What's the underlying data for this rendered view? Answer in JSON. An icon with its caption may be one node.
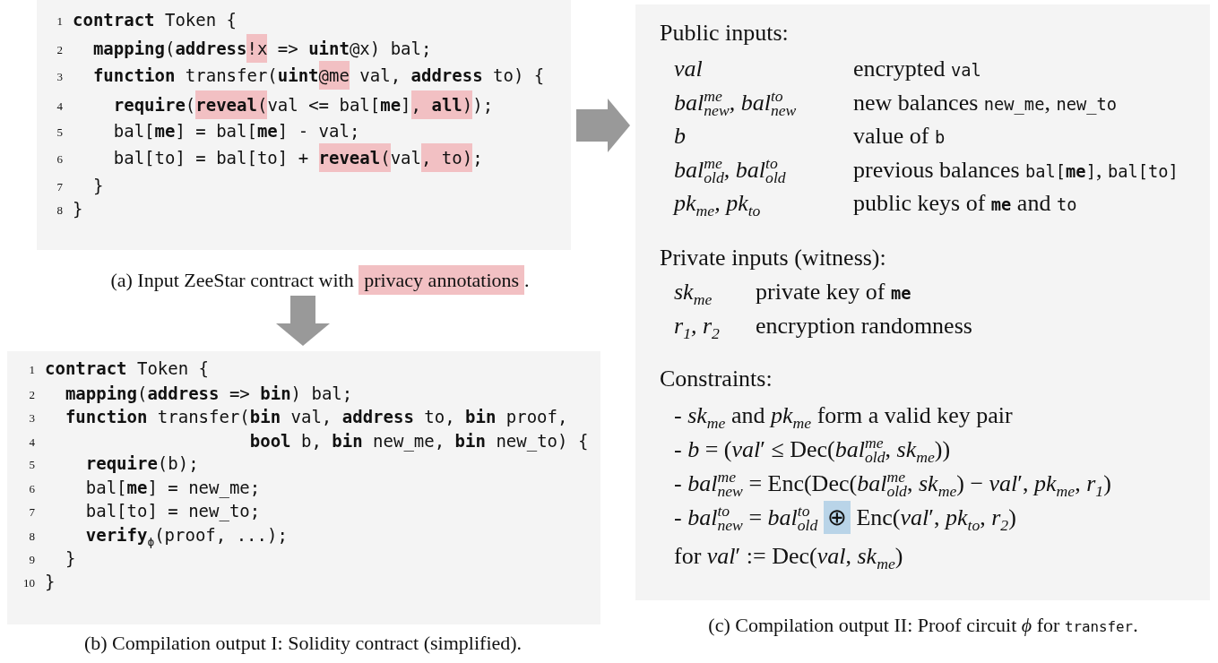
{
  "diagram": {
    "nodes": [
      {
        "text": [
          "1",
          "**contract** Token {",
          "2",
          "**mapping**(**address**!x => **uint**@x) bal;",
          "3",
          "**function** transfer(**uint**@me val, **address** to) {",
          "4",
          "**require**(**reveal**(val <= bal[**me**], **all**));",
          "5",
          "bal[**me**] = bal[**me**] - val;",
          "6",
          "bal[to] = bal[to] + **reveal**(val, to);",
          "7",
          "}",
          "8",
          "}"
        ],
        "beside": [
          "(a) Input ZeeStar contract with privacy annotations."
        ]
      },
      {
        "text": [
          "1",
          "**contract** Token {",
          "2",
          "**mapping**(**address** => **bin**) bal;",
          "3",
          "**function** transfer(**bin** val, **address** to, **bin** proof,",
          "4",
          "**bool** b, **bin** new_me, **bin** new_to) {",
          "5",
          "**require**(b);",
          "6",
          "bal[**me**] = new_me;",
          "7",
          "bal[to] = new_to;",
          "8",
          "**verify**$_{ϕ}$(proof, ...);",
          "9",
          "}",
          "10",
          "}"
        ],
        "beside": [
          "(b) Compilation output I: Solidity contract (simplified)."
        ]
      },
      {
        "text": [
          "Public inputs:",
          "val",
          "encrypted val",
          "bal$^{me}$$_{new}$, bal$^{to}$$_{new}$",
          "new balances new_me, new_to",
          "b",
          "value of b",
          "bal$^{me}$$_{old}$, bal$^{to}$$_{old}$",
          "previous balances bal[**me**], bal[to]",
          "pk$_{me}$, pk$_{to}$",
          "public keys of **me** and to",
          "Private inputs (witness):",
          "sk$_{me}$",
          "private key of **me**",
          "r$_{1}$, r$_{2}$",
          "encryption randomness",
          "Constraints:",
          "- *sk*$_{me}$ and *pk*$_{me}$ form a valid key pair",
          "- *b* = (*val*′ ≤ Dec(*bal*$^{me}$$_{old}$, *sk*$_{me}$))",
          "- *bal*$^{me}$$_{new}$ = Enc(Dec(*bal*$^{me}$$_{old}$, *sk*$_{me}$) − *val*′, *pk*$_{me}$, *r*$_{1}$)",
          "- *bal*$^{to}$$_{new}$ = *bal*$^{to}$$_{old}$ ⊕ Enc(*val*′, *pk*$_{to}$, *r*$_{2}$)",
          "for  *val*′ := Dec(*val*, *sk*$_{me}$)"
        ],
        "beside": [
          "(c) Compilation output II: Proof circuit *ϕ* for transfer."
        ]
      }
    ],
    "edges": [
      {
        "from": 0,
        "to": 2,
        "arrow": "to"
      },
      {
        "from": 0,
        "to": 1,
        "arrow": "to"
      }
    ]
  }
}
